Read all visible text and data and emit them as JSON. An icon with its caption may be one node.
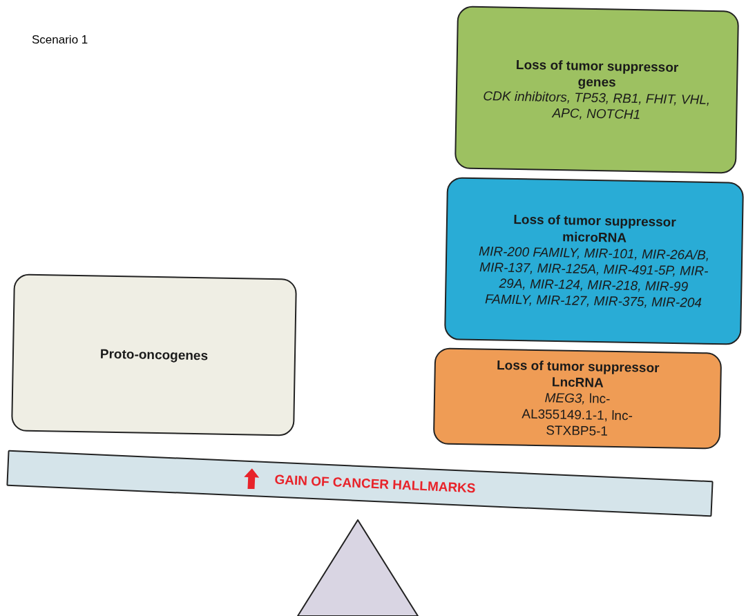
{
  "diagram": {
    "title": "Scenario 1",
    "nodes": [
      {
        "text": [
          "Loss of tumor suppressor genes",
          "CDK inhibitors, TP53, RB1, FHIT, VHL, APC, NOTCH1"
        ]
      },
      {
        "text": [
          "Loss of tumor suppressor microRNA",
          "MIR-200 FAMILY, MIR-101, MIR-26A/B, MIR-137, MIR-125A, MIR-491-5P, MIR-29A, MIR-124, MIR-218, MIR-99 FAMILY, MIR-127, MIR-375, MIR-204"
        ]
      },
      {
        "text": [
          "Proto-oncogenes"
        ]
      },
      {
        "text": [
          "Loss of tumor suppressor LncRNA",
          "*MEG3,* lnc-AL355149.1-1, lnc-STXBP5-1"
        ]
      },
      {
        "text": [
          "GAIN OF CANCER HALLMARKS"
        ]
      },
      {
        "text": [],
        "shape": "triangle"
      }
    ],
    "edges": []
  }
}
